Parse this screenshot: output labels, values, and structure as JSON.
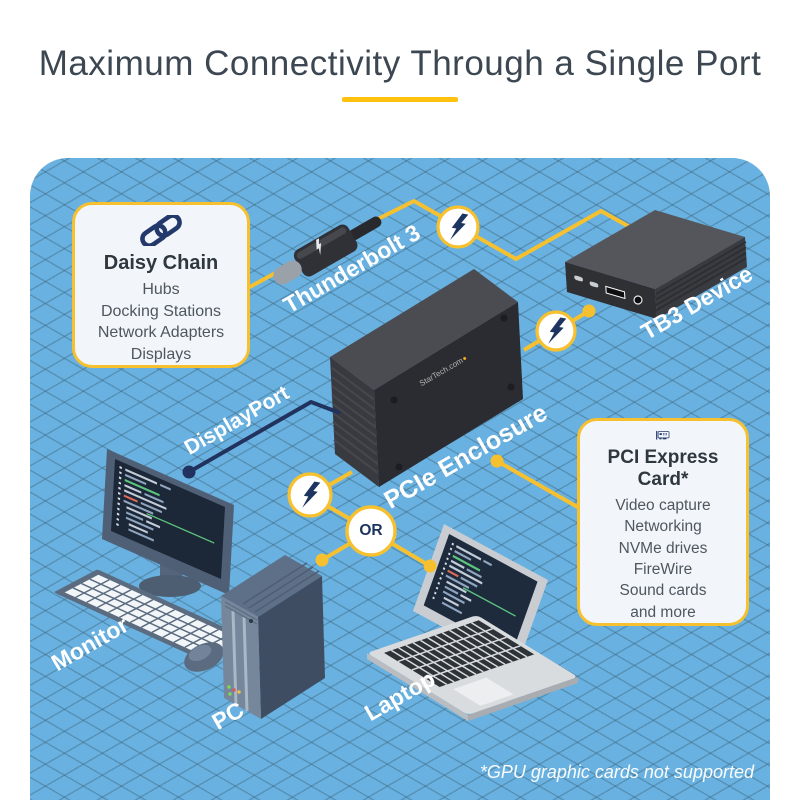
{
  "header": {
    "title": "Maximum Connectivity Through a Single Port"
  },
  "diagram": {
    "callouts": {
      "daisy_chain": {
        "icon": "chain-link-icon",
        "heading": "Daisy Chain",
        "items": [
          "Hubs",
          "Docking Stations",
          "Network Adapters",
          "Displays"
        ]
      },
      "pci_express": {
        "icon": "pci-card-icon",
        "heading": "PCI Express Card*",
        "items": [
          "Video capture",
          "Networking",
          "NVMe drives",
          "FireWire",
          "Sound cards",
          "and more"
        ]
      }
    },
    "labels": {
      "thunderbolt3": "Thunderbolt 3",
      "tb3_device": "TB3 Device",
      "pcie_enclosure": "PCIe Enclosure",
      "displayport": "DisplayPort",
      "monitor": "Monitor",
      "pc": "PC",
      "laptop": "Laptop",
      "or": "OR"
    },
    "brand": "StarTech.com",
    "footnote": "*GPU graphic cards not supported",
    "colors": {
      "accent_yellow": "#F6C02E",
      "underline_yellow": "#FFC20E",
      "panel_blue": "#68B1E0",
      "navy": "#1D3461",
      "title_text": "#3C4752",
      "callout_bg": "#F2F6FA"
    }
  }
}
